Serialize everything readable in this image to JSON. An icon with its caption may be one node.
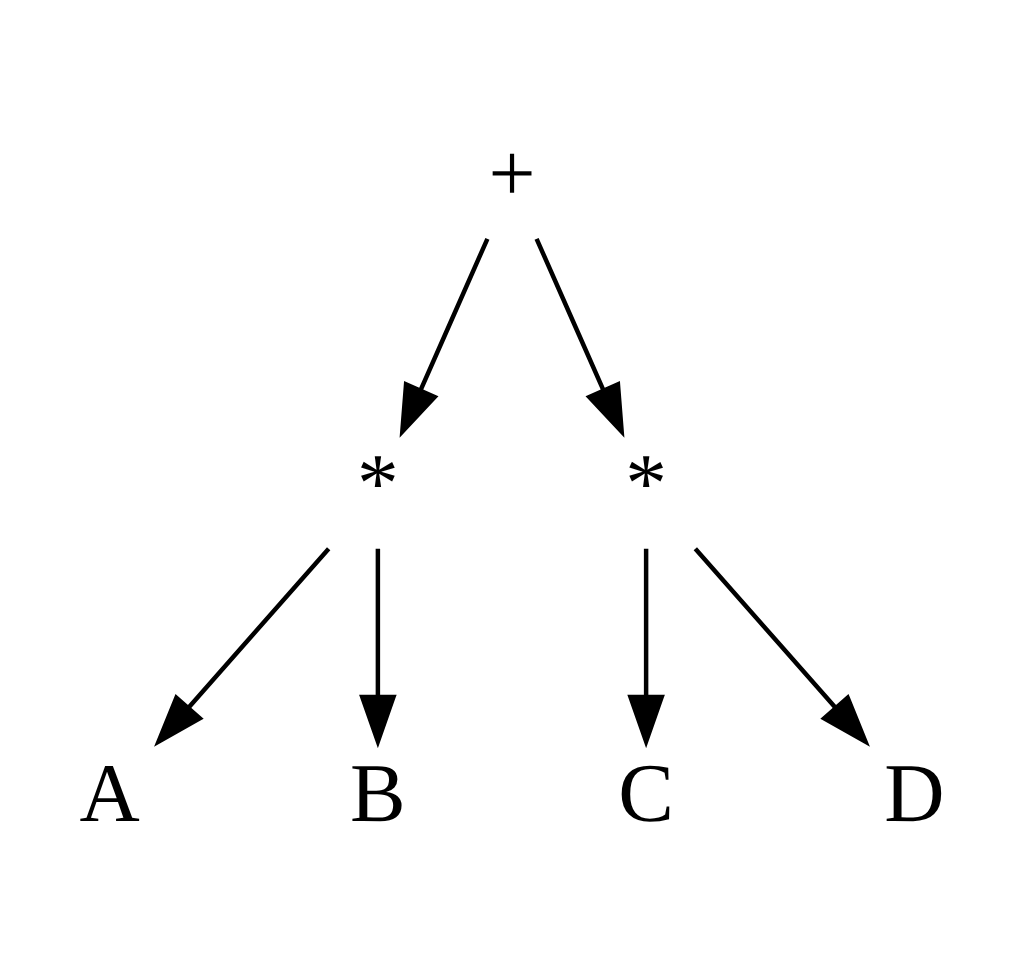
{
  "diagram": {
    "nodes": [
      {
        "text": [
          "+"
        ]
      },
      {
        "text": [
          "*"
        ]
      },
      {
        "text": [
          "*"
        ]
      },
      {
        "text": [
          "A"
        ]
      },
      {
        "text": [
          "B"
        ]
      },
      {
        "text": [
          "C"
        ]
      },
      {
        "text": [
          "D"
        ]
      }
    ],
    "edges": [
      {
        "from": 0,
        "to": 1,
        "arrow": "to"
      },
      {
        "from": 0,
        "to": 2,
        "arrow": "to"
      },
      {
        "from": 1,
        "to": 3,
        "arrow": "to"
      },
      {
        "from": 1,
        "to": 4,
        "arrow": "to"
      },
      {
        "from": 2,
        "to": 5,
        "arrow": "to"
      },
      {
        "from": 2,
        "to": 6,
        "arrow": "to"
      }
    ]
  }
}
